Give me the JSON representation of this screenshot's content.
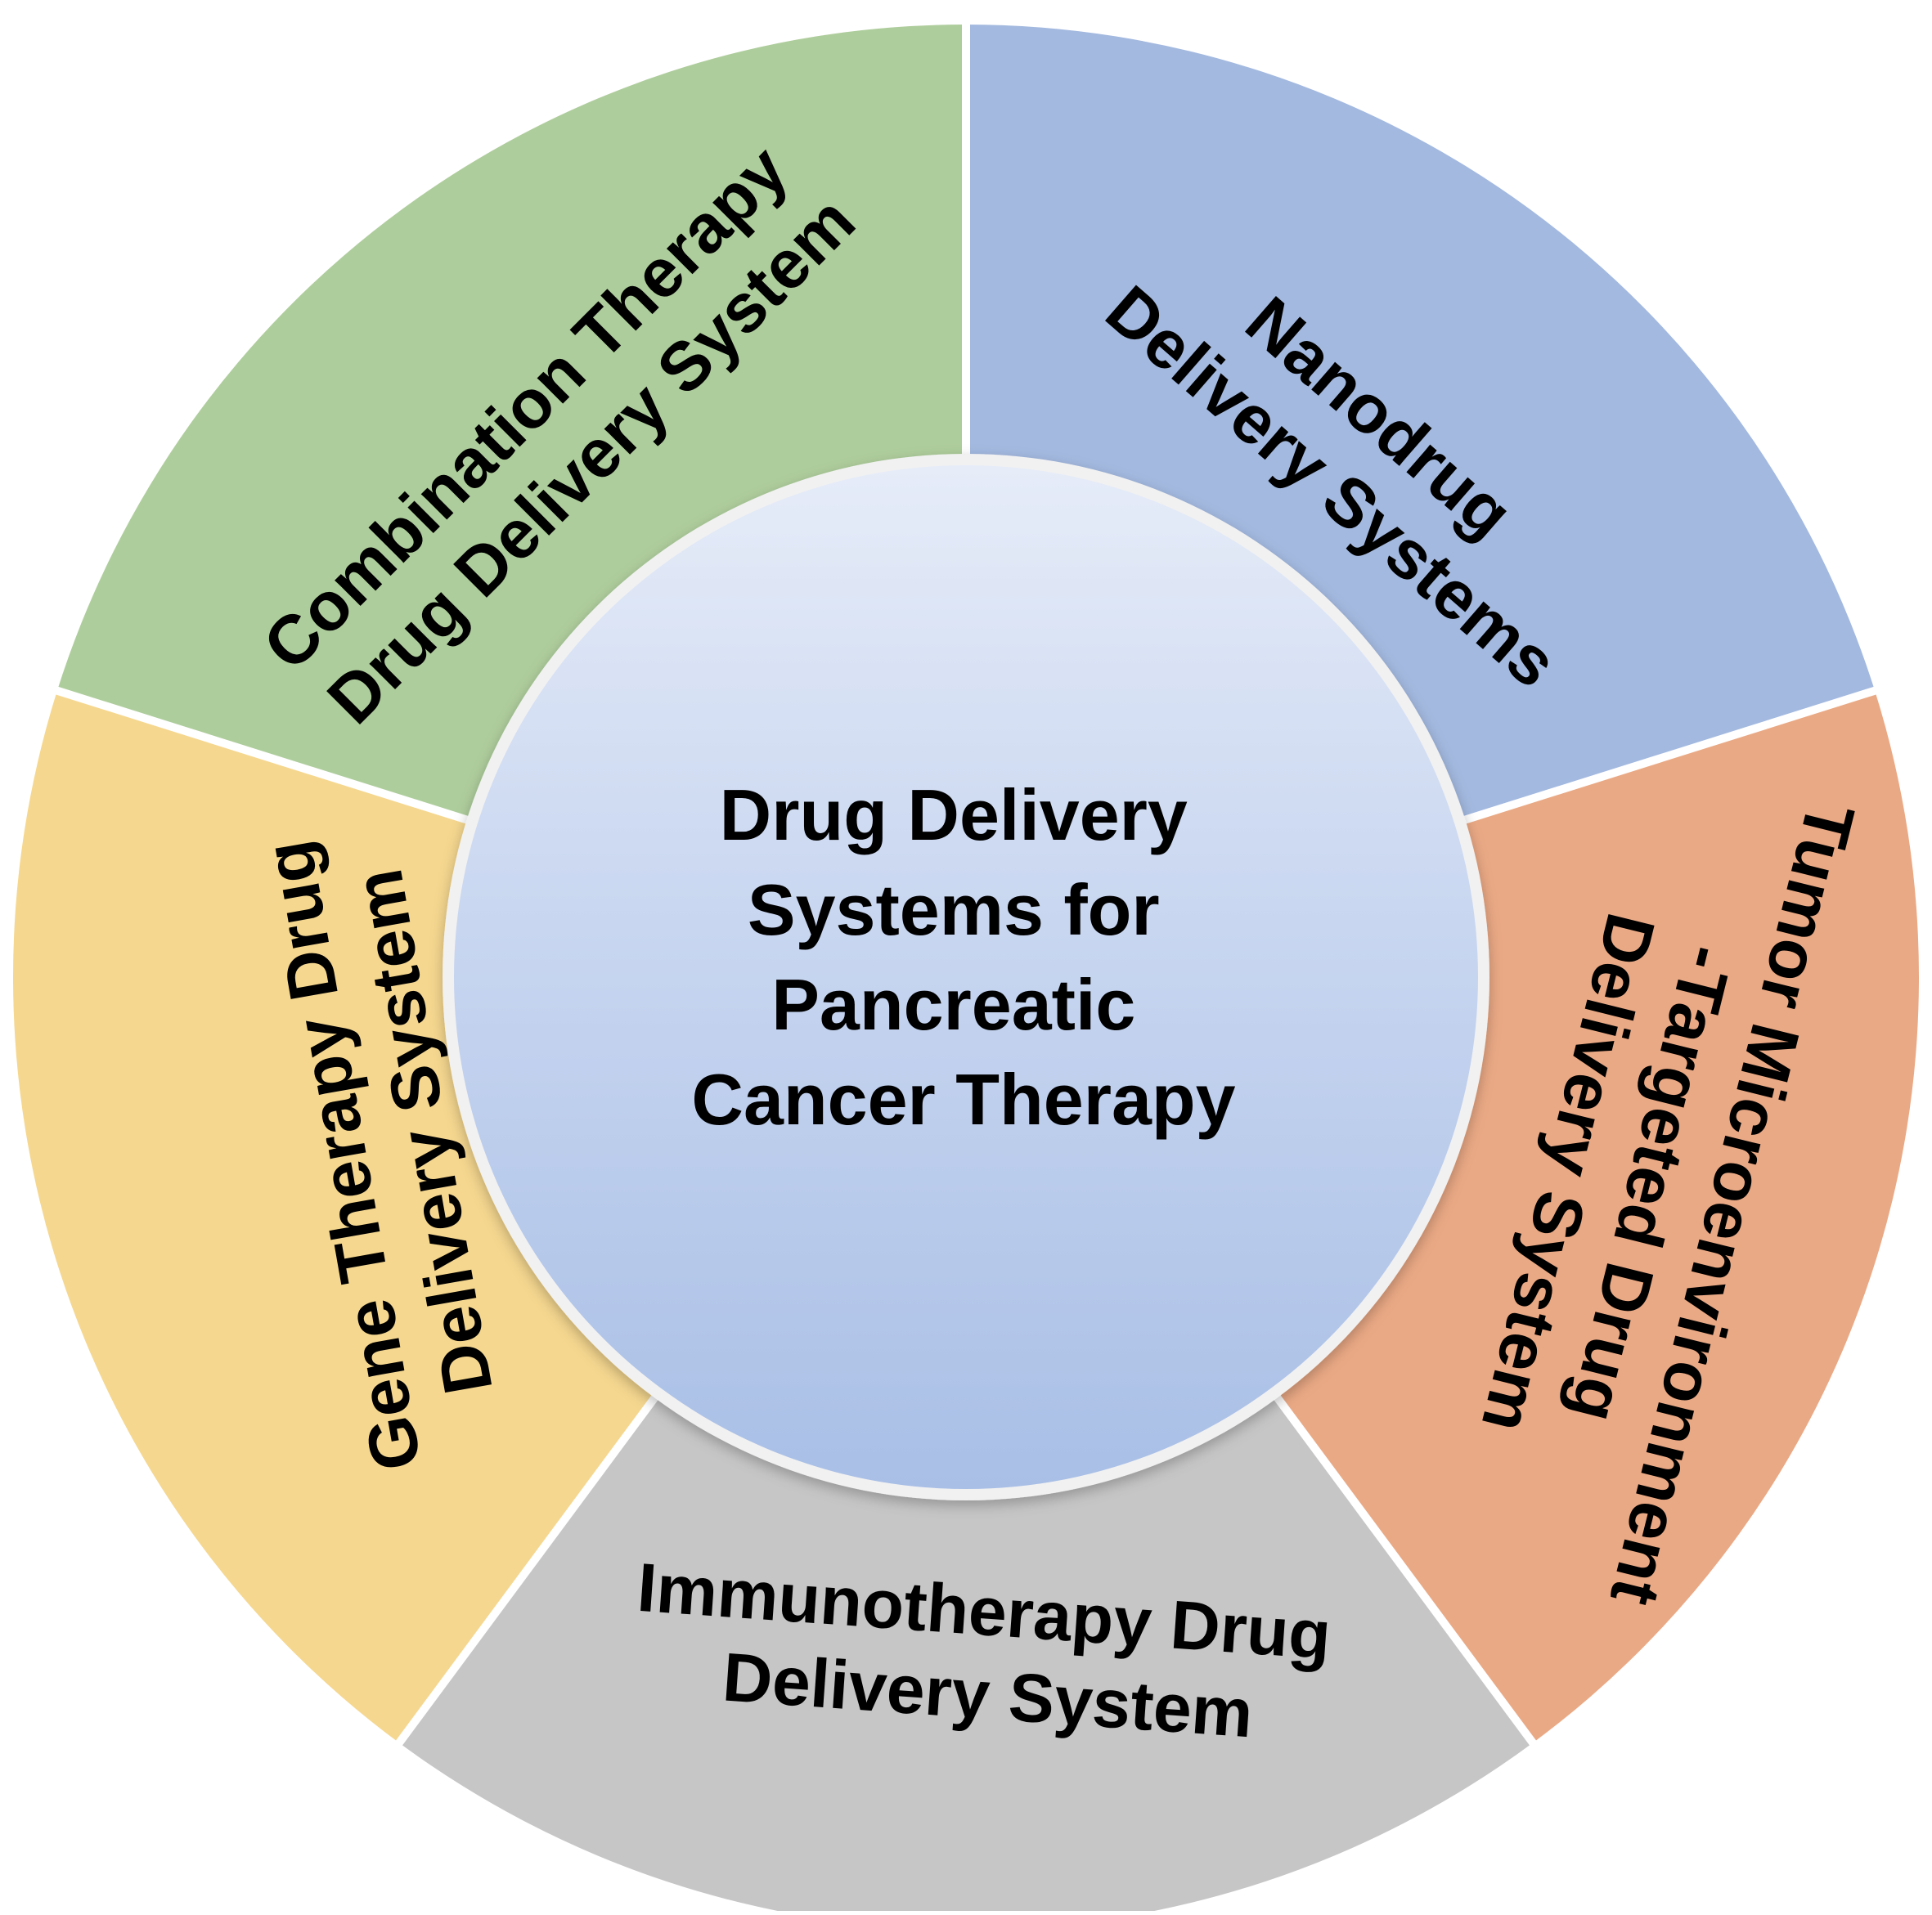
{
  "center": {
    "lines": [
      "Drug Delivery",
      "Systems for",
      "Pancreatic",
      "Cancer Therapy"
    ],
    "fill_top": "#e6ecf8",
    "fill_bottom": "#a9bfe6",
    "ring_color": "#f1f1f1"
  },
  "segments": [
    {
      "id": "nanodrug",
      "lines": [
        "Nanodrug",
        "Delivery Systems"
      ],
      "color": "#a3b9df"
    },
    {
      "id": "tumor-microenvironment",
      "lines": [
        "Tumor Microenvironment",
        "-Targeted Drug",
        "Delivery System"
      ],
      "color": "#eaa985"
    },
    {
      "id": "immunotherapy",
      "lines": [
        "Immunotherapy Drug",
        "Delivery System"
      ],
      "color": "#c6c6c6"
    },
    {
      "id": "gene-therapy",
      "lines": [
        "Gene Therapy Drug",
        "Delivery System"
      ],
      "color": "#f5d78f"
    },
    {
      "id": "combination-therapy",
      "lines": [
        "Combination Therapy",
        "Drug Delivery System"
      ],
      "color": "#aecd9c"
    }
  ],
  "divider_color": "#ffffff"
}
